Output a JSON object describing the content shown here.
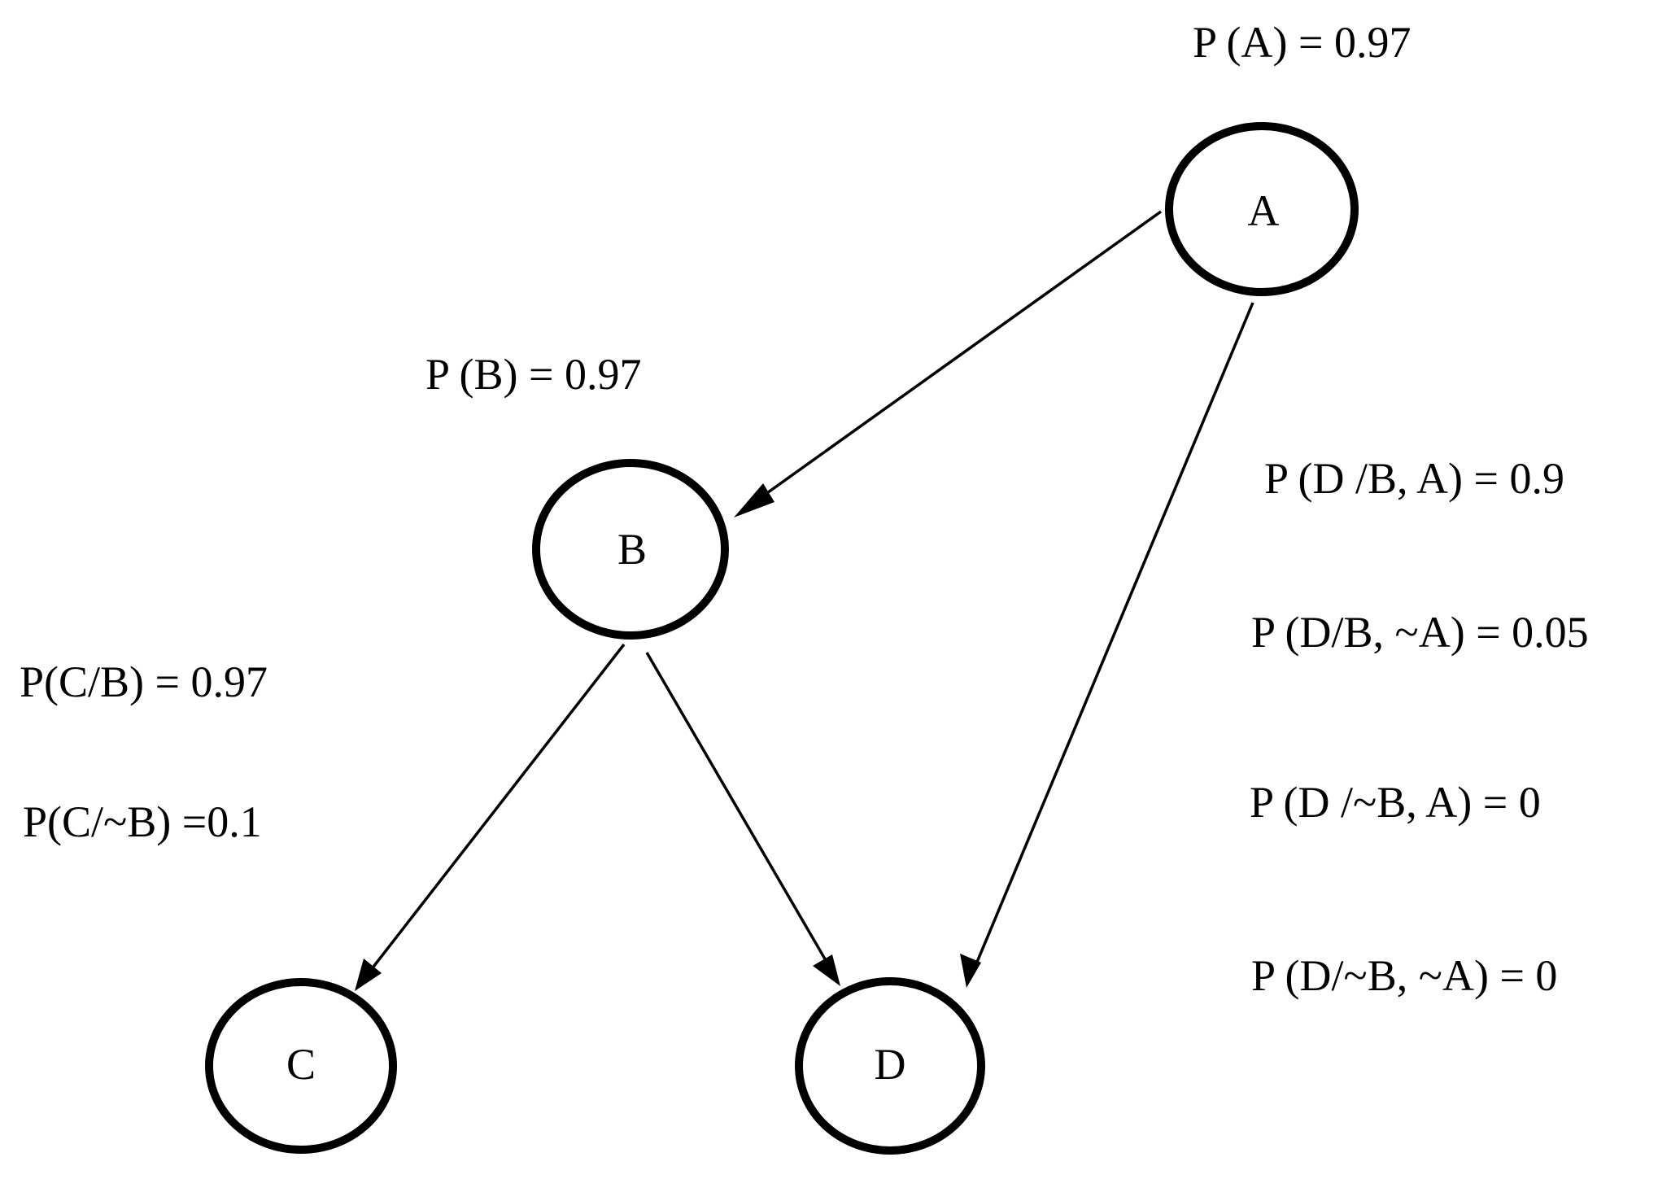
{
  "nodes": {
    "a": "A",
    "b": "B",
    "c": "C",
    "d": "D"
  },
  "probabilities": {
    "p_a": "P (A) = 0.97",
    "p_b": "P (B) = 0.97",
    "p_c_given_b": "P(C/B) = 0.97",
    "p_c_given_not_b": "P(C/~B) =0.1",
    "p_d_given_b_a": "P (D /B, A) = 0.9",
    "p_d_given_b_not_a": "P (D/B, ~A) = 0.05",
    "p_d_given_not_b_a": "P (D /~B, A) = 0",
    "p_d_given_not_b_not_a": "P (D/~B, ~A) = 0"
  },
  "edges": [
    {
      "from": "A",
      "to": "B"
    },
    {
      "from": "A",
      "to": "D"
    },
    {
      "from": "B",
      "to": "C"
    },
    {
      "from": "B",
      "to": "D"
    }
  ]
}
